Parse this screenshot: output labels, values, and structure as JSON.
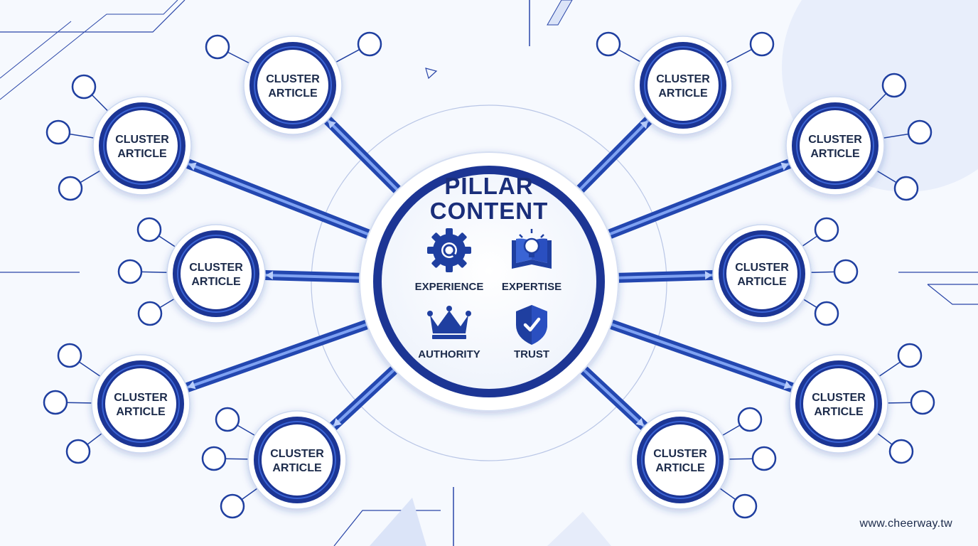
{
  "pillar": {
    "title_line1": "PILLAR",
    "title_line2": "CONTENT",
    "pillars": [
      {
        "label": "EXPERIENCE",
        "icon": "gear-search-icon"
      },
      {
        "label": "EXPERTISE",
        "icon": "book-lightbulb-icon"
      },
      {
        "label": "AUTHORITY",
        "icon": "crown-icon"
      },
      {
        "label": "TRUST",
        "icon": "shield-check-icon"
      }
    ]
  },
  "clusters": [
    {
      "line1": "CLUSTER",
      "line2": "ARTICLE"
    },
    {
      "line1": "CLUSTER",
      "line2": "ARTICLE"
    },
    {
      "line1": "CLUSTER",
      "line2": "ARTICLE"
    },
    {
      "line1": "CLUSTER",
      "line2": "ARTICLE"
    },
    {
      "line1": "CLUSTER",
      "line2": "ARTICLE"
    },
    {
      "line1": "CLUSTER",
      "line2": "ARTICLE"
    },
    {
      "line1": "CLUSTER",
      "line2": "ARTICLE"
    },
    {
      "line1": "CLUSTER",
      "line2": "ARTICLE"
    },
    {
      "line1": "CLUSTER",
      "line2": "ARTICLE"
    },
    {
      "line1": "CLUSTER",
      "line2": "ARTICLE"
    }
  ],
  "website": "www.cheerway.tw",
  "colors": {
    "primary": "#1f3fa0",
    "dark": "#13277a",
    "accent": "#4f7de8",
    "background": "#f6f9fe"
  }
}
